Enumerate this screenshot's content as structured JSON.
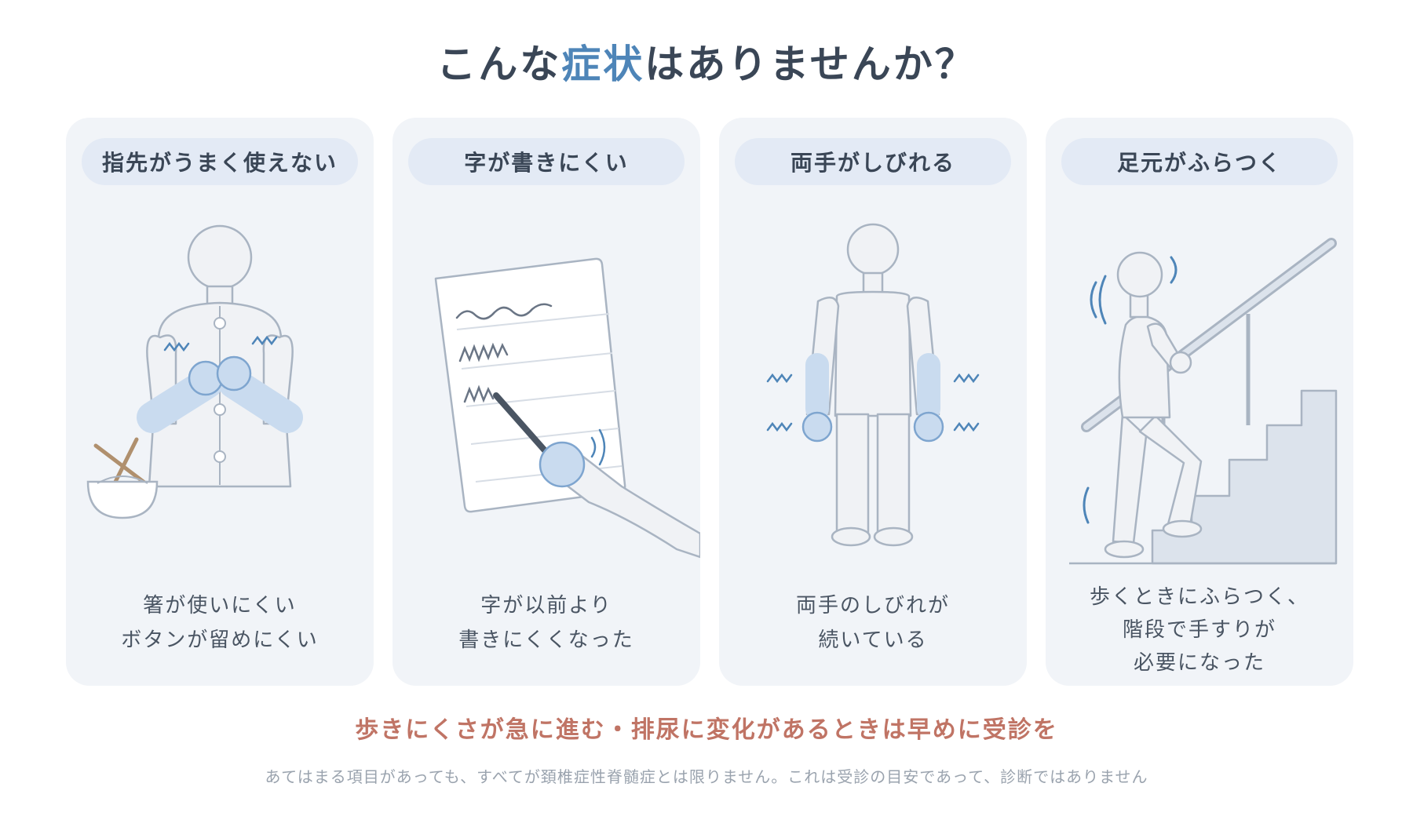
{
  "title": {
    "part1": "こんな",
    "accent": "症状",
    "part2": "はありませんか？"
  },
  "colors": {
    "accent_blue": "#4e85b8",
    "warning": "#c07465",
    "card_bg": "#f1f4f8",
    "pill_bg": "#e3eaf5"
  },
  "cards": [
    {
      "label": "指先がうまく使えない",
      "lines": [
        "箸が使いにくい",
        "ボタンが留めにくい"
      ],
      "icon": "person-with-chopsticks-illustration"
    },
    {
      "label": "字が書きにくい",
      "lines": [
        "字が以前より",
        "書きにくくなった"
      ],
      "icon": "hand-writing-illustration"
    },
    {
      "label": "両手がしびれる",
      "lines": [
        "両手のしびれが",
        "続いている"
      ],
      "icon": "person-numb-hands-illustration"
    },
    {
      "label": "足元がふらつく",
      "lines": [
        "歩くときにふらつく、",
        "階段で手すりが",
        "必要になった"
      ],
      "icon": "person-on-stairs-illustration"
    }
  ],
  "warning": "歩きにくさが急に進む・排尿に変化があるときは早めに受診を",
  "note": "あてはまる項目があっても、すべてが頚椎症性脊髄症とは限りません。これは受診の目安であって、診断ではありません"
}
